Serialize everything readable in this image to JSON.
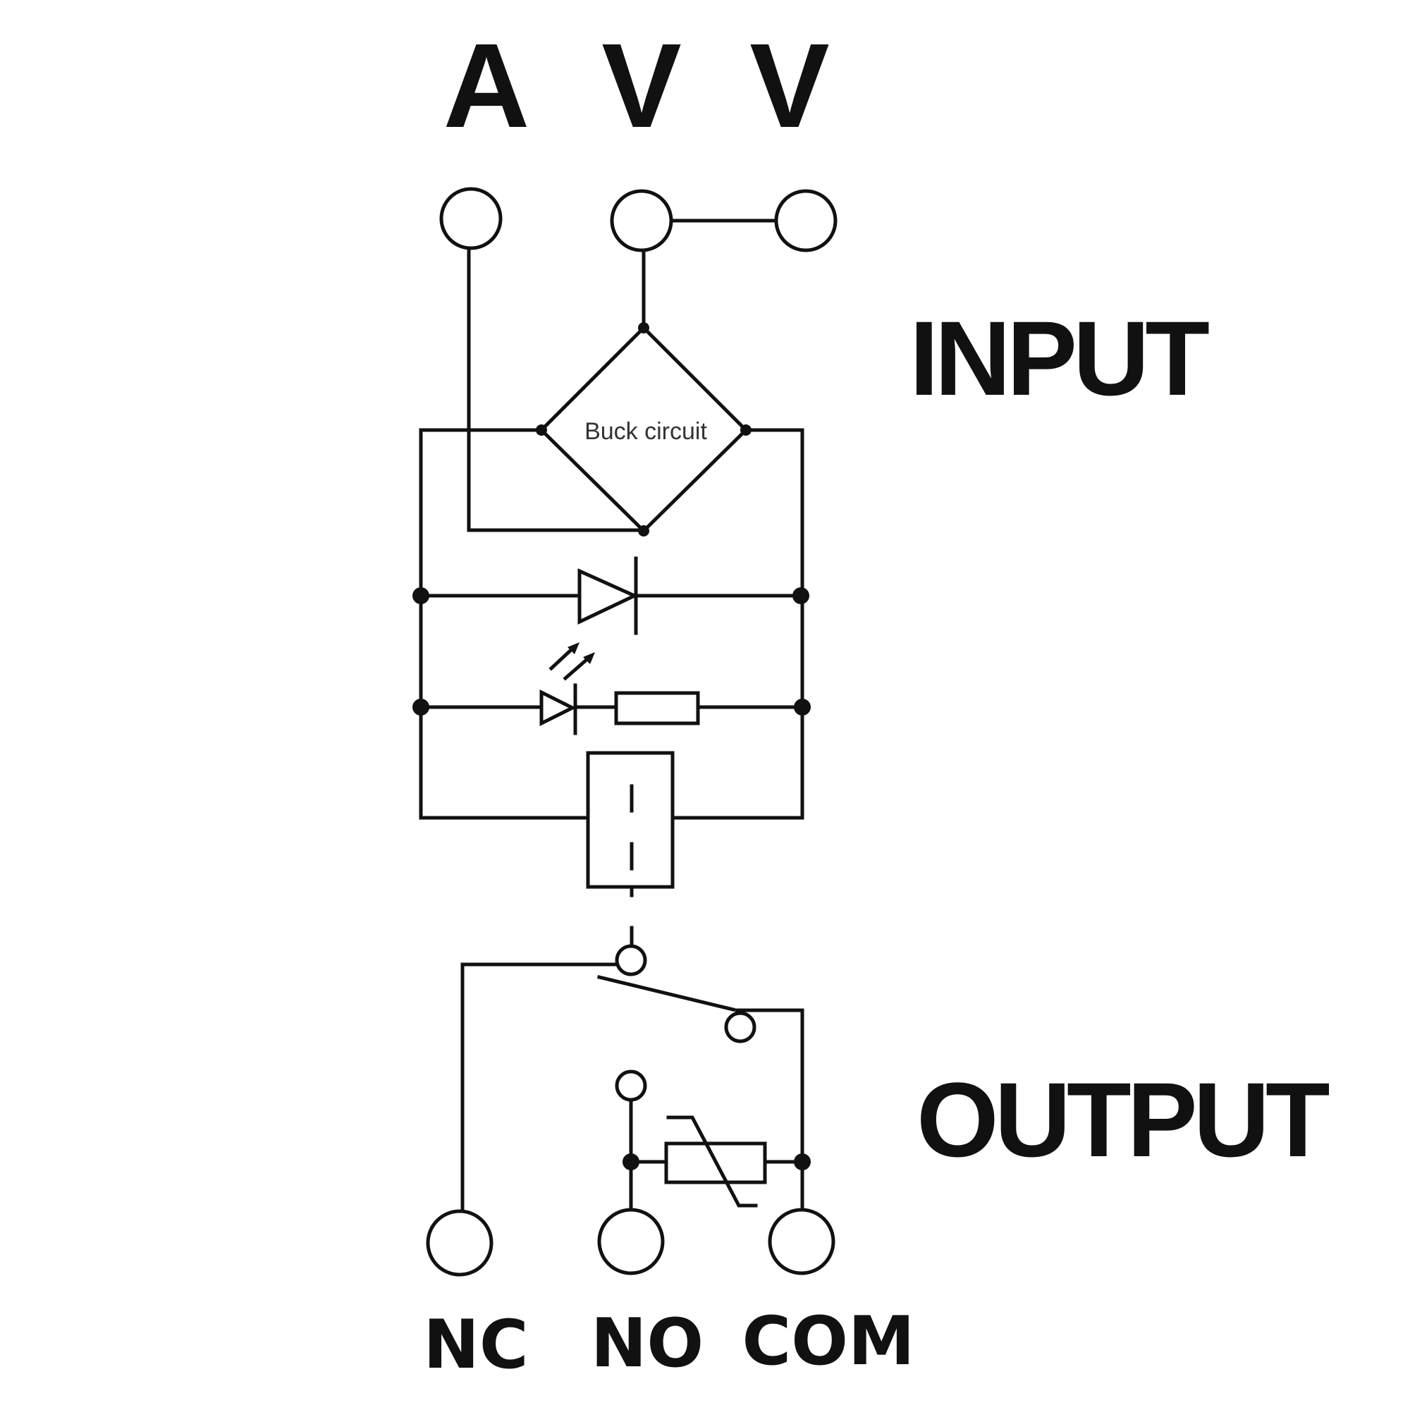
{
  "labels": {
    "terminal_a": "A",
    "terminal_v1": "V",
    "terminal_v2": "V",
    "input": "INPUT",
    "output": "OUTPUT",
    "buck": "Buck circuit",
    "nc": "NC",
    "no": "NO",
    "com": "COM"
  },
  "colors": {
    "line": "#111111",
    "background": "#ffffff"
  }
}
